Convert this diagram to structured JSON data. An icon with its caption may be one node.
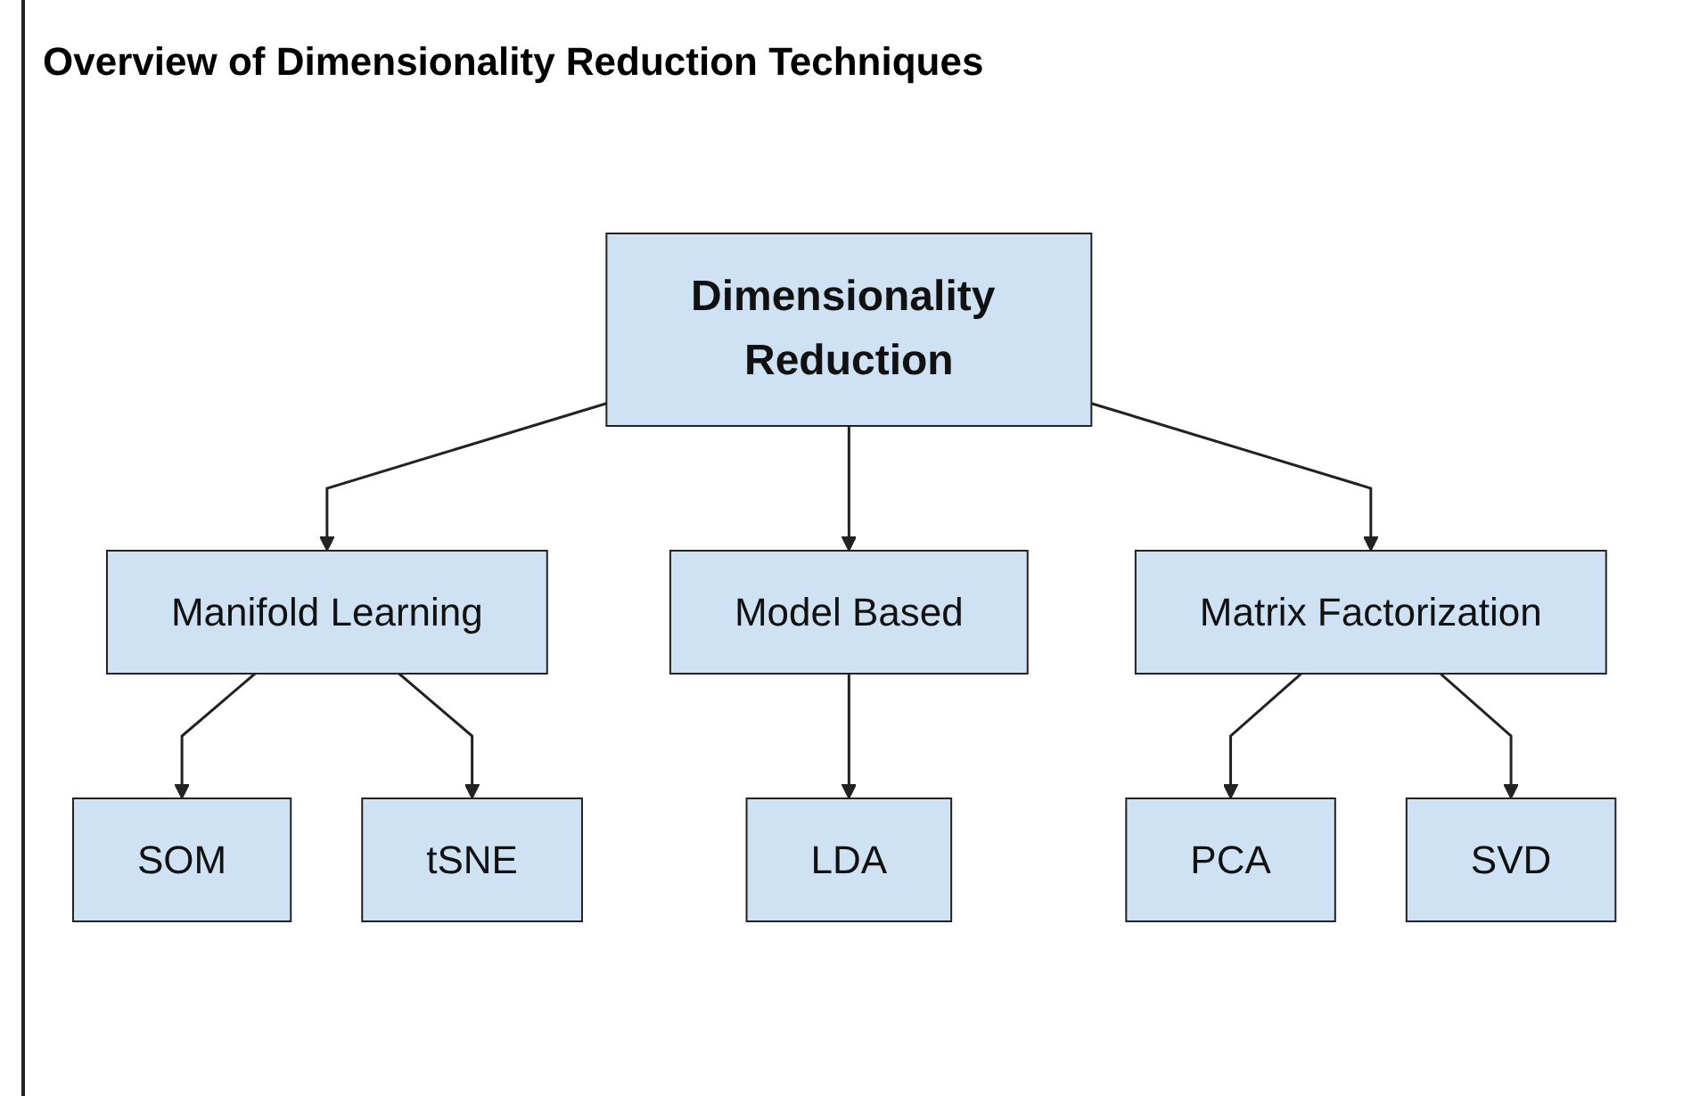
{
  "diagram": {
    "title": "Overview of Dimensionality Reduction Techniques",
    "nodes": [
      {
        "text": [
          "Dimensionality Reduction"
        ]
      },
      {
        "text": [
          "Manifold Learning"
        ]
      },
      {
        "text": [
          "Model Based"
        ]
      },
      {
        "text": [
          "Matrix Factorization"
        ]
      },
      {
        "text": [
          "SOM"
        ]
      },
      {
        "text": [
          "tSNE"
        ]
      },
      {
        "text": [
          "LDA"
        ]
      },
      {
        "text": [
          "PCA"
        ]
      },
      {
        "text": [
          "SVD"
        ]
      }
    ],
    "edges": [
      {
        "from": 0,
        "to": 1,
        "arrow": "to"
      },
      {
        "from": 0,
        "to": 2,
        "arrow": "to"
      },
      {
        "from": 0,
        "to": 3,
        "arrow": "to"
      },
      {
        "from": 1,
        "to": 4,
        "arrow": "to"
      },
      {
        "from": 1,
        "to": 5,
        "arrow": "to"
      },
      {
        "from": 2,
        "to": 6,
        "arrow": "to"
      },
      {
        "from": 3,
        "to": 7,
        "arrow": "to"
      },
      {
        "from": 3,
        "to": 8,
        "arrow": "to"
      }
    ]
  }
}
